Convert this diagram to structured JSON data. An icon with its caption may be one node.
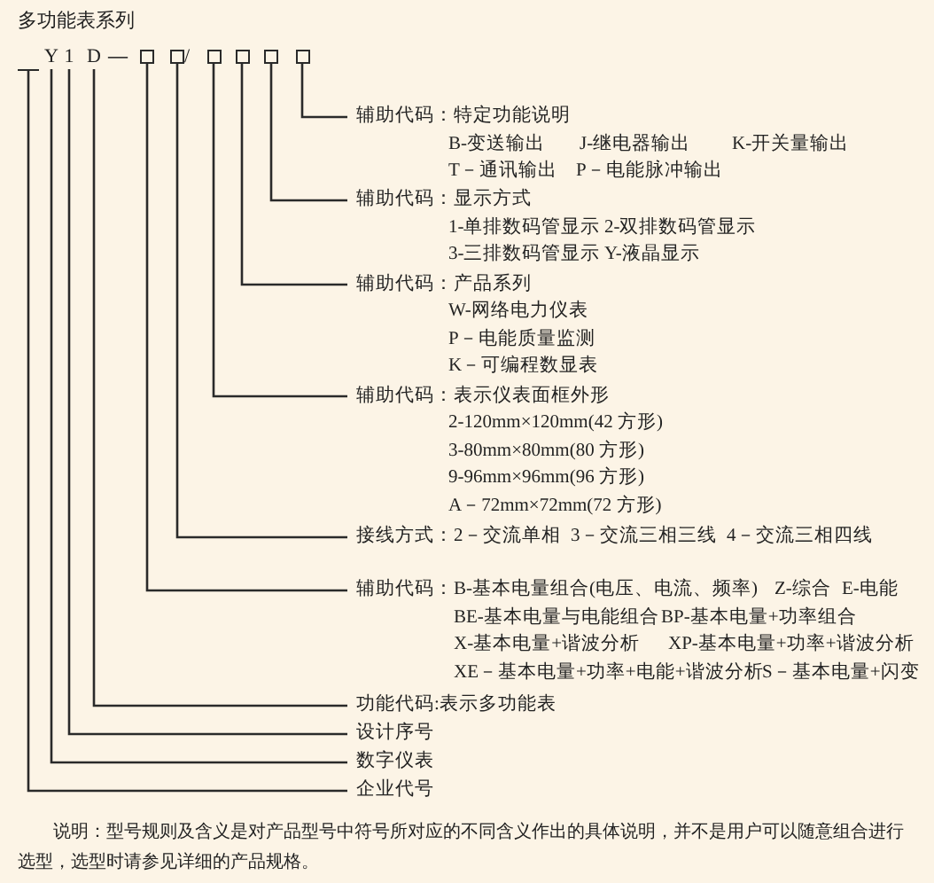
{
  "diagram": {
    "title": "多功能表系列",
    "caption": "说明：型号规则及含义是对产品型号中符号所对应的不同含义作出的具体说明，并不是用户可以随意组合进行选型，选型时请参见详细的产品规格。",
    "nodes": [
      {
        "text": [],
        "shape": "bar"
      },
      {
        "text": [
          "Y"
        ]
      },
      {
        "text": [
          "1"
        ]
      },
      {
        "text": [
          "D"
        ]
      },
      {
        "text": [],
        "shape": "box"
      },
      {
        "text": [],
        "shape": "box"
      },
      {
        "text": [],
        "shape": "box"
      },
      {
        "text": [],
        "shape": "box"
      },
      {
        "text": [],
        "shape": "box"
      },
      {
        "text": [],
        "shape": "box"
      },
      {
        "text": [
          "辅助代码：特定功能说明",
          "B-变送输出",
          "J-继电器输出",
          "K-开关量输出",
          "T－通讯输出",
          "P－电能脉冲输出"
        ]
      },
      {
        "text": [
          "辅助代码：显示方式",
          "1-单排数码管显示",
          "2-双排数码管显示",
          "3-三排数码管显示",
          "Y-液晶显示"
        ]
      },
      {
        "text": [
          "辅助代码：产品系列",
          "W-网络电力仪表",
          "P－电能质量监测",
          "K－可编程数显表"
        ]
      },
      {
        "text": [
          "辅助代码：表示仪表面框外形",
          "2-120mm×120mm(42 方形)",
          "3-80mm×80mm(80 方形)",
          "9-96mm×96mm(96 方形)",
          "A－72mm×72mm(72 方形)"
        ]
      },
      {
        "text": [
          "接线方式：",
          "2－交流单相",
          "3－交流三相三线",
          "4－交流三相四线"
        ]
      },
      {
        "text": [
          "辅助代码：",
          "B-基本电量组合(电压、电流、频率)",
          "Z-综合",
          "E-电能",
          "BE-基本电量与电能组合",
          "BP-基本电量+功率组合",
          "X-基本电量+谐波分析",
          "XP-基本电量+功率+谐波分析",
          "XE－基本电量+功率+电能+谐波分析",
          "S－基本电量+闪变"
        ]
      },
      {
        "text": [
          "功能代码:表示多功能表"
        ]
      },
      {
        "text": [
          "设计序号"
        ]
      },
      {
        "text": [
          "数字仪表"
        ]
      },
      {
        "text": [
          "企业代号"
        ]
      }
    ],
    "edges": [
      {
        "from": 10,
        "to": 9,
        "arrow": "none"
      },
      {
        "from": 11,
        "to": 8,
        "arrow": "none"
      },
      {
        "from": 12,
        "to": 7,
        "arrow": "none"
      },
      {
        "from": 13,
        "to": 6,
        "arrow": "none"
      },
      {
        "from": 14,
        "to": 5,
        "arrow": "none"
      },
      {
        "from": 15,
        "to": 4,
        "arrow": "none"
      },
      {
        "from": 16,
        "to": 3,
        "arrow": "none"
      },
      {
        "from": 17,
        "to": 2,
        "arrow": "none"
      },
      {
        "from": 18,
        "to": 1,
        "arrow": "none"
      },
      {
        "from": 19,
        "to": 0,
        "arrow": "none"
      }
    ],
    "labels": [
      "—",
      "/"
    ]
  }
}
